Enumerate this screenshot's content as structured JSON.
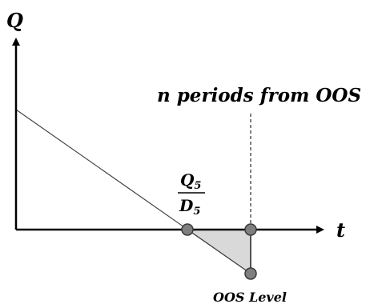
{
  "axes": {
    "y_label": "Q",
    "x_label": "t"
  },
  "annotations": {
    "n_periods": "n periods from OOS",
    "fraction_numerator": "Q",
    "fraction_numerator_sub": "5",
    "fraction_denominator": "D",
    "fraction_denominator_sub": "5",
    "oos_level": "OOS Level"
  },
  "colors": {
    "stroke": "#000000",
    "line": "#444444",
    "shaded_region": "#d9d9d9",
    "marker_fill": "#7f7f7f",
    "marker_stroke": "#3a3a3a"
  }
}
